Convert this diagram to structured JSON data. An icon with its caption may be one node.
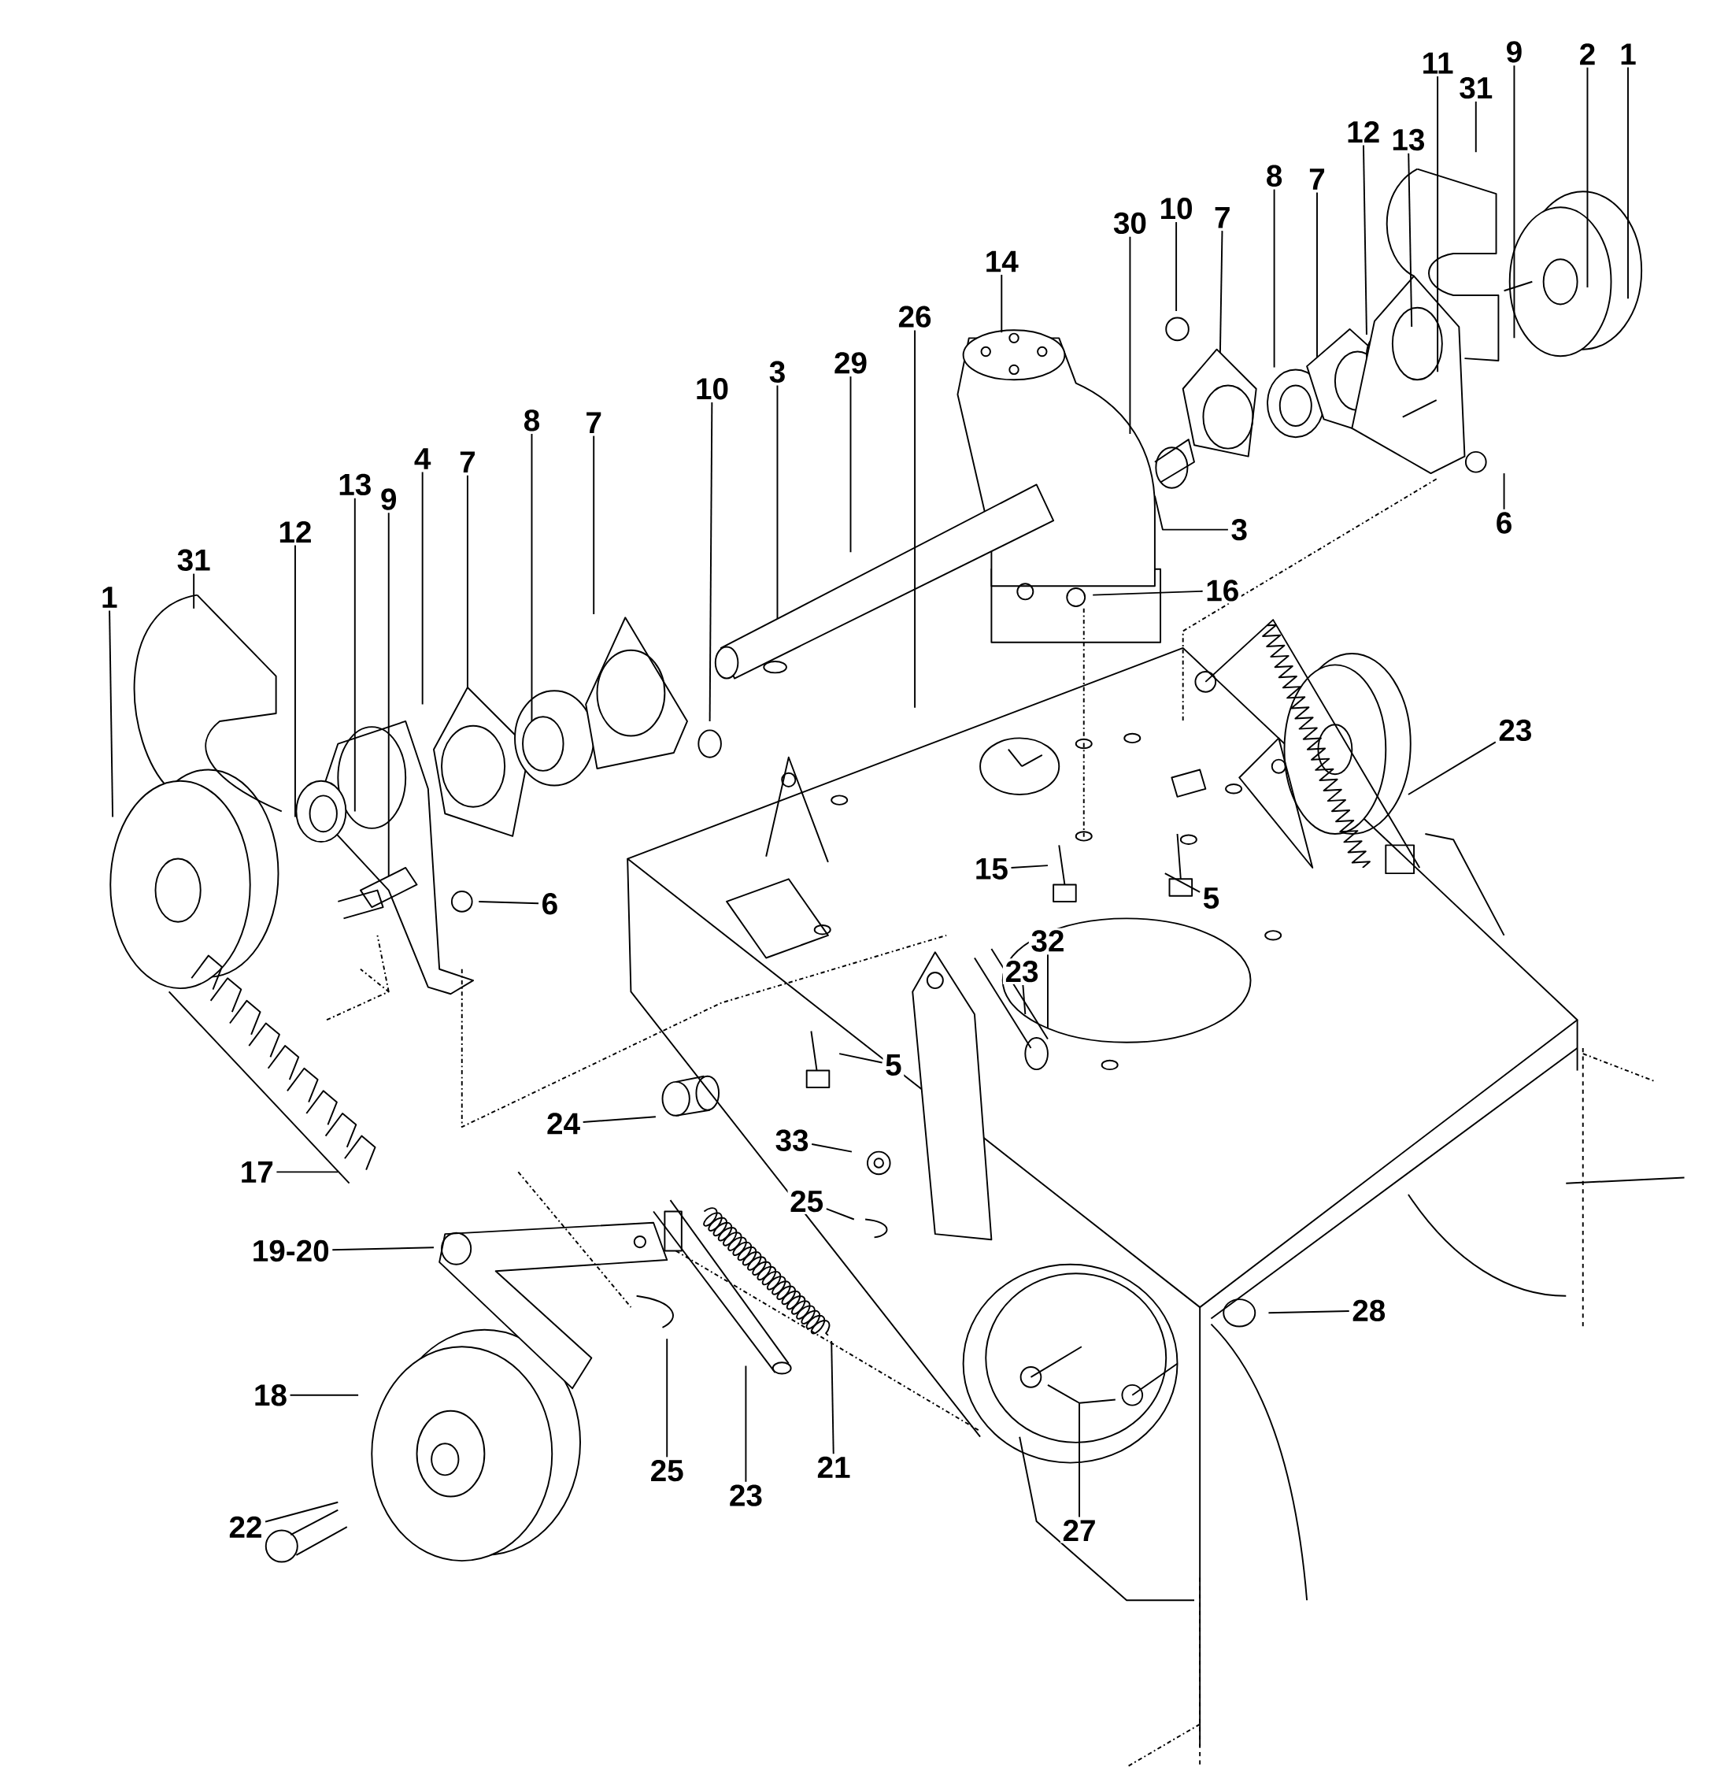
{
  "diagram": {
    "nodes": [
      {
        "text": [
          "1"
        ]
      },
      {
        "text": [
          "2"
        ]
      },
      {
        "text": [
          "9"
        ]
      },
      {
        "text": [
          "11"
        ]
      },
      {
        "text": [
          "31"
        ]
      },
      {
        "text": [
          "12"
        ]
      },
      {
        "text": [
          "13"
        ]
      },
      {
        "text": [
          "8"
        ]
      },
      {
        "text": [
          "7"
        ]
      },
      {
        "text": [
          "30"
        ]
      },
      {
        "text": [
          "10"
        ]
      },
      {
        "text": [
          "7"
        ]
      },
      {
        "text": [
          "14"
        ]
      },
      {
        "text": [
          "26"
        ]
      },
      {
        "text": [
          "29"
        ]
      },
      {
        "text": [
          "3"
        ]
      },
      {
        "text": [
          "10"
        ]
      },
      {
        "text": [
          "7"
        ]
      },
      {
        "text": [
          "8"
        ]
      },
      {
        "text": [
          "4"
        ]
      },
      {
        "text": [
          "7"
        ]
      },
      {
        "text": [
          "13"
        ]
      },
      {
        "text": [
          "9"
        ]
      },
      {
        "text": [
          "12"
        ]
      },
      {
        "text": [
          "31"
        ]
      },
      {
        "text": [
          "1"
        ]
      },
      {
        "text": [
          "3"
        ]
      },
      {
        "text": [
          "6"
        ]
      },
      {
        "text": [
          "16"
        ]
      },
      {
        "text": [
          "23"
        ]
      },
      {
        "text": [
          "15"
        ]
      },
      {
        "text": [
          "5"
        ]
      },
      {
        "text": [
          "6"
        ]
      },
      {
        "text": [
          "32"
        ]
      },
      {
        "text": [
          "23"
        ]
      },
      {
        "text": [
          "5"
        ]
      },
      {
        "text": [
          "24"
        ]
      },
      {
        "text": [
          "33"
        ]
      },
      {
        "text": [
          "17"
        ]
      },
      {
        "text": [
          "25"
        ]
      },
      {
        "text": [
          "19-20"
        ]
      },
      {
        "text": [
          "28"
        ]
      },
      {
        "text": [
          "18"
        ]
      },
      {
        "text": [
          "25"
        ]
      },
      {
        "text": [
          "21"
        ]
      },
      {
        "text": [
          "23"
        ]
      },
      {
        "text": [
          "22"
        ]
      },
      {
        "text": [
          "27"
        ]
      }
    ],
    "edges": [
      {
        "from": 0,
        "to": null,
        "arrow": "none"
      },
      {
        "from": 1,
        "to": null,
        "arrow": "none"
      },
      {
        "from": 2,
        "to": null,
        "arrow": "none"
      },
      {
        "from": 3,
        "to": null,
        "arrow": "none"
      },
      {
        "from": 4,
        "to": null,
        "arrow": "none"
      },
      {
        "from": 5,
        "to": null,
        "arrow": "none"
      },
      {
        "from": 6,
        "to": null,
        "arrow": "none"
      },
      {
        "from": 7,
        "to": null,
        "arrow": "none"
      },
      {
        "from": 8,
        "to": null,
        "arrow": "none"
      },
      {
        "from": 9,
        "to": null,
        "arrow": "none"
      },
      {
        "from": 10,
        "to": null,
        "arrow": "none"
      },
      {
        "from": 11,
        "to": null,
        "arrow": "none"
      },
      {
        "from": 12,
        "to": null,
        "arrow": "none"
      },
      {
        "from": 13,
        "to": null,
        "arrow": "none"
      },
      {
        "from": 14,
        "to": null,
        "arrow": "none"
      },
      {
        "from": 15,
        "to": null,
        "arrow": "none"
      },
      {
        "from": 16,
        "to": null,
        "arrow": "none"
      },
      {
        "from": 17,
        "to": null,
        "arrow": "none"
      },
      {
        "from": 18,
        "to": null,
        "arrow": "none"
      },
      {
        "from": 19,
        "to": null,
        "arrow": "none"
      },
      {
        "from": 20,
        "to": null,
        "arrow": "none"
      },
      {
        "from": 21,
        "to": null,
        "arrow": "none"
      },
      {
        "from": 22,
        "to": null,
        "arrow": "none"
      },
      {
        "from": 23,
        "to": null,
        "arrow": "none"
      },
      {
        "from": 24,
        "to": null,
        "arrow": "none"
      },
      {
        "from": 25,
        "to": null,
        "arrow": "none"
      },
      {
        "from": 26,
        "to": null,
        "arrow": "none"
      },
      {
        "from": 27,
        "to": null,
        "arrow": "none"
      },
      {
        "from": 28,
        "to": null,
        "arrow": "none"
      },
      {
        "from": 29,
        "to": null,
        "arrow": "none"
      },
      {
        "from": 30,
        "to": null,
        "arrow": "none"
      },
      {
        "from": 31,
        "to": null,
        "arrow": "none"
      },
      {
        "from": 32,
        "to": null,
        "arrow": "none"
      },
      {
        "from": 33,
        "to": null,
        "arrow": "none"
      },
      {
        "from": 34,
        "to": null,
        "arrow": "none"
      },
      {
        "from": 35,
        "to": null,
        "arrow": "none"
      },
      {
        "from": 36,
        "to": null,
        "arrow": "none"
      },
      {
        "from": 37,
        "to": null,
        "arrow": "none"
      },
      {
        "from": 38,
        "to": null,
        "arrow": "none"
      },
      {
        "from": 39,
        "to": null,
        "arrow": "none"
      },
      {
        "from": 40,
        "to": null,
        "arrow": "none"
      },
      {
        "from": 41,
        "to": null,
        "arrow": "none"
      },
      {
        "from": 42,
        "to": null,
        "arrow": "none"
      },
      {
        "from": 43,
        "to": null,
        "arrow": "none"
      },
      {
        "from": 44,
        "to": null,
        "arrow": "none"
      },
      {
        "from": 45,
        "to": null,
        "arrow": "none"
      },
      {
        "from": 46,
        "to": null,
        "arrow": "none"
      },
      {
        "from": 47,
        "to": null,
        "arrow": "none"
      }
    ]
  }
}
